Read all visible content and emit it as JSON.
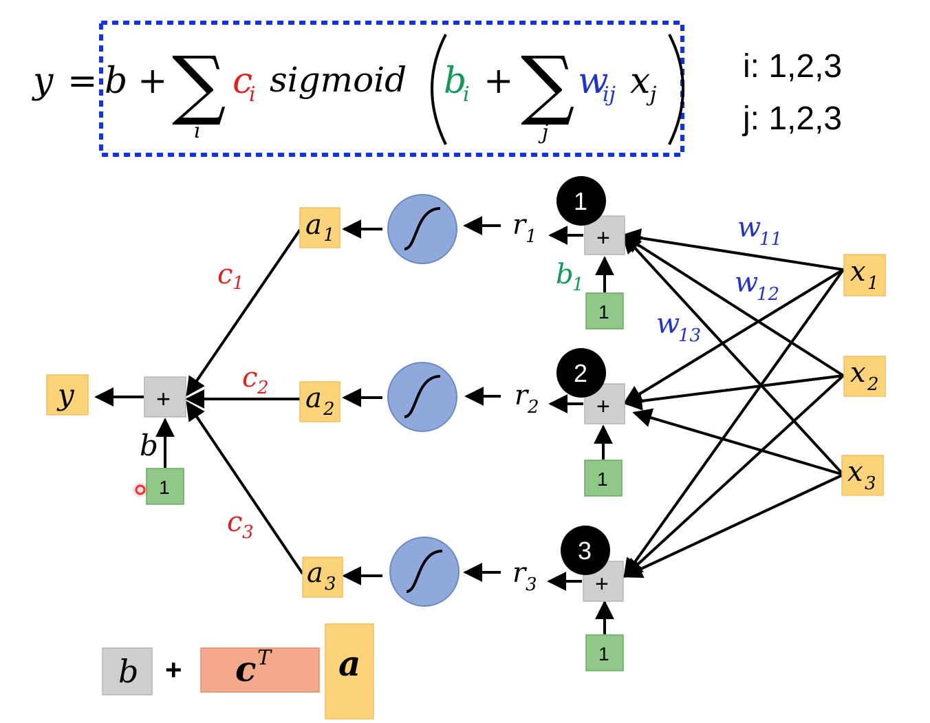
{
  "formula": {
    "y": "y",
    "equals": "=",
    "b": "b",
    "plus1": "+",
    "sum": "∑",
    "sum_i": "i",
    "c": "c",
    "c_sub": "i",
    "sigmoid": "sigmoid",
    "bi": "b",
    "bi_sub": "i",
    "plus2": "+",
    "sum_j": "j",
    "w": "w",
    "w_sub": "ij",
    "x": "x",
    "x_sub": "j",
    "index_i": "i: 1,2,3",
    "index_j": "j: 1,2,3"
  },
  "network": {
    "output": "y",
    "plus": "+",
    "bias_label": "b",
    "one": "1",
    "neurons": [
      {
        "a": "a",
        "sub": "1",
        "c": "c",
        "csub": "1",
        "r": "r",
        "rsub": "1",
        "circle": "1"
      },
      {
        "a": "a",
        "sub": "2",
        "c": "c",
        "csub": "2",
        "r": "r",
        "rsub": "2",
        "circle": "2"
      },
      {
        "a": "a",
        "sub": "3",
        "c": "c",
        "csub": "3",
        "r": "r",
        "rsub": "3",
        "circle": "3"
      }
    ],
    "b1": "b",
    "b1_sub": "1",
    "inputs": [
      {
        "x": "x",
        "sub": "1"
      },
      {
        "x": "x",
        "sub": "2"
      },
      {
        "x": "x",
        "sub": "3"
      }
    ],
    "weights": [
      {
        "w": "w",
        "sub": "11"
      },
      {
        "w": "w",
        "sub": "12"
      },
      {
        "w": "w",
        "sub": "13"
      }
    ]
  },
  "vector_form": {
    "b": "b",
    "plus": "+",
    "c": "c",
    "c_sup": "T",
    "a": "a"
  },
  "colors": {
    "blue_text": "#2233cc",
    "red_text": "#dd2222",
    "green_text": "#119955",
    "yellow_box": "#fdd37a",
    "green_box": "#8fc887",
    "gray_box": "#cfcfcf",
    "orange_box": "#f4a98a",
    "sigmoid_fill": "#8fa9dc",
    "dash_border": "#1133ee"
  }
}
